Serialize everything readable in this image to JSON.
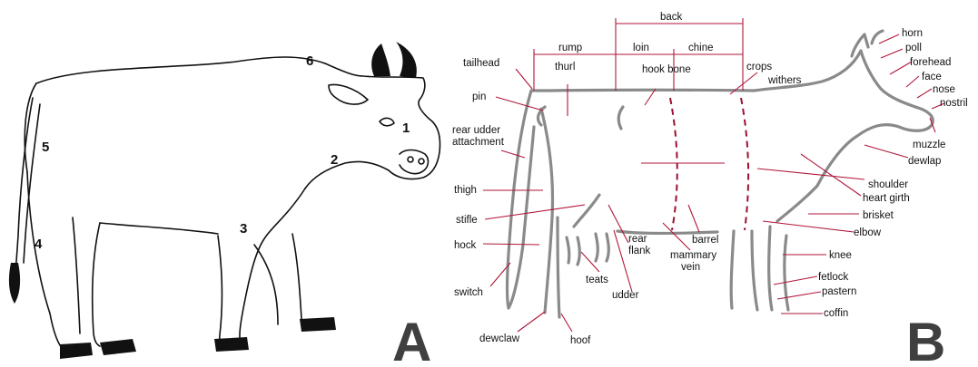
{
  "panels": {
    "a": {
      "letter": "A",
      "numbers": [
        "1",
        "2",
        "3",
        "4",
        "5",
        "6"
      ]
    },
    "b": {
      "letter": "B",
      "top_labels": [
        "back",
        "rump",
        "loin",
        "chine",
        "thurl",
        "hook bone",
        "crops",
        "withers",
        "tailhead"
      ],
      "left_labels": [
        "pin",
        "rear udder",
        "attachment",
        "thigh",
        "stifle",
        "hock",
        "switch",
        "dewclaw",
        "hoof"
      ],
      "center_labels": [
        "teats",
        "rear",
        "flank",
        "udder",
        "mammary",
        "vein",
        "barrel"
      ],
      "right_labels": [
        "horn",
        "poll",
        "forehead",
        "face",
        "nose",
        "nostril",
        "muzzle",
        "dewlap",
        "shoulder",
        "heart girth",
        "brisket",
        "elbow",
        "knee",
        "fetlock",
        "pastern",
        "coffin"
      ]
    }
  },
  "colors": {
    "pointer": "#b01638",
    "outline_b": "#8a8a8a",
    "panel_letter": "#3f3f3f"
  }
}
